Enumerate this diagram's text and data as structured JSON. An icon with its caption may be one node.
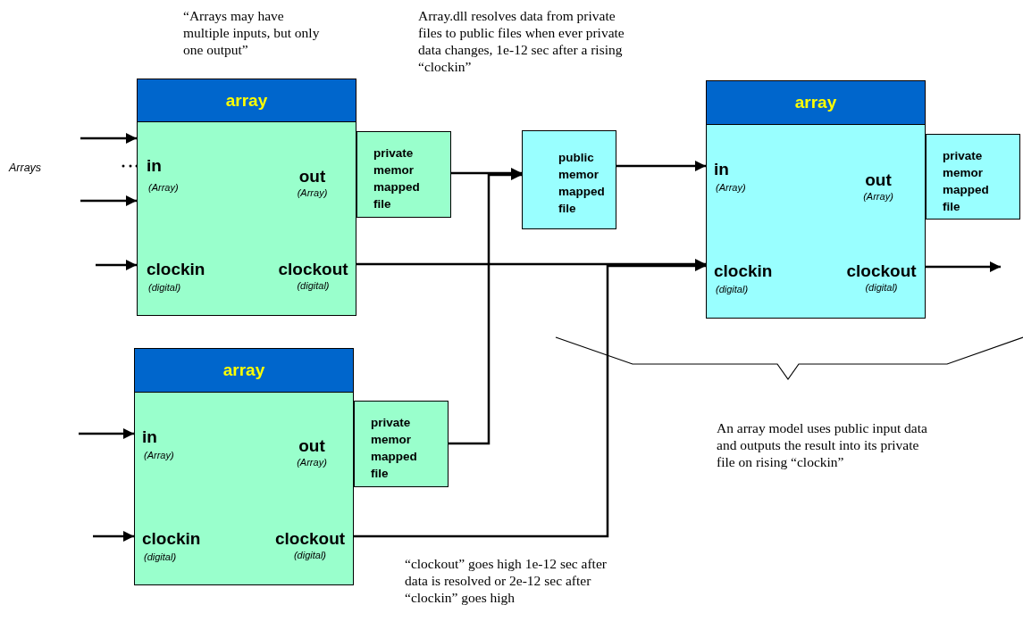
{
  "diagram": {
    "nodes": [
      {
        "text": [
          "array"
        ]
      },
      {
        "text": [
          "in",
          "(Array)"
        ],
        "in": 0
      },
      {
        "text": [
          "out",
          "(Array)"
        ],
        "in": 0
      },
      {
        "text": [
          "clockin",
          "(digital)"
        ],
        "in": 0
      },
      {
        "text": [
          "clockout",
          "(digital)"
        ],
        "in": 0
      },
      {
        "text": [
          "private memor mapped file"
        ]
      },
      {
        "text": [
          "public memor mapped file"
        ]
      },
      {
        "text": [
          "array"
        ]
      },
      {
        "text": [
          "in",
          "(Array)"
        ],
        "in": 7
      },
      {
        "text": [
          "out",
          "(Array)"
        ],
        "in": 7
      },
      {
        "text": [
          "clockin",
          "(digital)"
        ],
        "in": 7
      },
      {
        "text": [
          "clockout",
          "(digital)"
        ],
        "in": 7
      },
      {
        "text": [
          "private memor mapped file"
        ]
      },
      {
        "text": [
          "array"
        ]
      },
      {
        "text": [
          "in",
          "(Array)"
        ],
        "in": 13
      },
      {
        "text": [
          "out",
          "(Array)"
        ],
        "in": 13
      },
      {
        "text": [
          "clockin",
          "(digital)"
        ],
        "in": 13
      },
      {
        "text": [
          "clockout",
          "(digital)"
        ],
        "in": 13
      },
      {
        "text": [
          "private memor mapped file"
        ]
      }
    ],
    "edges": [
      {
        "from": null,
        "to": 1,
        "arrow": "to"
      },
      {
        "from": null,
        "to": 1,
        "arrow": "to"
      },
      {
        "from": null,
        "to": 3,
        "arrow": "to"
      },
      {
        "from": 5,
        "to": 6,
        "arrow": "to"
      },
      {
        "from": 18,
        "to": 6,
        "arrow": "to"
      },
      {
        "from": 6,
        "to": 8,
        "arrow": "to"
      },
      {
        "from": 4,
        "to": 10,
        "arrow": "to"
      },
      {
        "from": 17,
        "to": 10,
        "arrow": "to"
      },
      {
        "from": 11,
        "to": null,
        "arrow": "to"
      },
      {
        "from": null,
        "to": 14,
        "arrow": "to"
      },
      {
        "from": null,
        "to": 16,
        "arrow": "to"
      }
    ],
    "labels": [
      "“Arrays may have multiple inputs, but only one output”",
      "Array.dll resolves data from private files to public files when ever private data changes, 1e-12 sec after a rising “clockin”",
      "Arrays",
      "An array model uses public input data and outputs the result into its private file on rising “clockin”",
      "“clockout” goes high 1e-12 sec after data is resolved or 2e-12 sec after “clockin” goes high"
    ]
  }
}
